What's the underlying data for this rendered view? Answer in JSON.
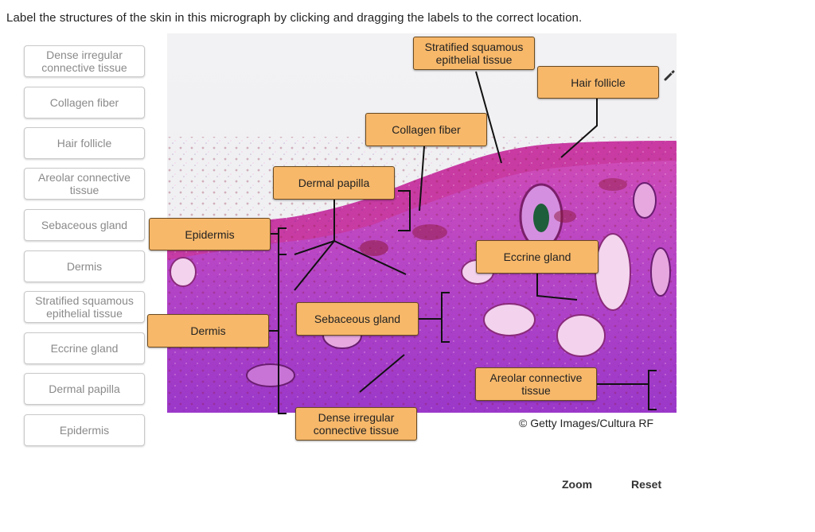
{
  "instruction": "Label the structures of the skin in this micrograph by clicking and dragging the labels to the correct location.",
  "bank_labels": [
    "Dense irregular connective tissue",
    "Collagen fiber",
    "Hair follicle",
    "Areolar connective tissue",
    "Sebaceous gland",
    "Dermis",
    "Stratified squamous epithelial tissue",
    "Eccrine gland",
    "Dermal papilla",
    "Epidermis"
  ],
  "placed_labels": {
    "stratified": "Stratified squamous epithelial tissue",
    "hair_follicle": "Hair follicle",
    "collagen": "Collagen fiber",
    "dermal_papilla": "Dermal papilla",
    "epidermis": "Epidermis",
    "eccrine": "Eccrine gland",
    "sebaceous": "Sebaceous gland",
    "dermis": "Dermis",
    "areolar": "Areolar connective tissue",
    "dense": "Dense irregular connective tissue"
  },
  "credit": "© Getty Images/Cultura RF",
  "buttons": {
    "zoom": "Zoom",
    "reset": "Reset"
  },
  "icons": {
    "pencil": "pencil-icon"
  },
  "colors": {
    "label_fill": "#f7b86a",
    "tissue_purple": "#a53cc4",
    "tissue_pink": "#d24bb4"
  }
}
